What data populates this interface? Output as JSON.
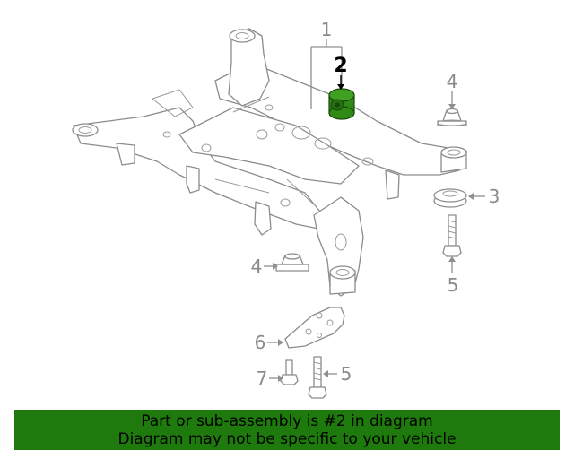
{
  "callouts": {
    "c1": "1",
    "c2": "2",
    "c3": "3",
    "c4a": "4",
    "c4b": "4",
    "c5a": "5",
    "c5b": "5",
    "c6": "6",
    "c7": "7"
  },
  "banner": {
    "line1": "Part or sub-assembly is #2 in diagram",
    "line2": "Diagram may not be specific to your vehicle"
  },
  "colors": {
    "highlight": "#2f8a16",
    "banner": "#1e7a0c",
    "linework": "#8c8c8c"
  }
}
